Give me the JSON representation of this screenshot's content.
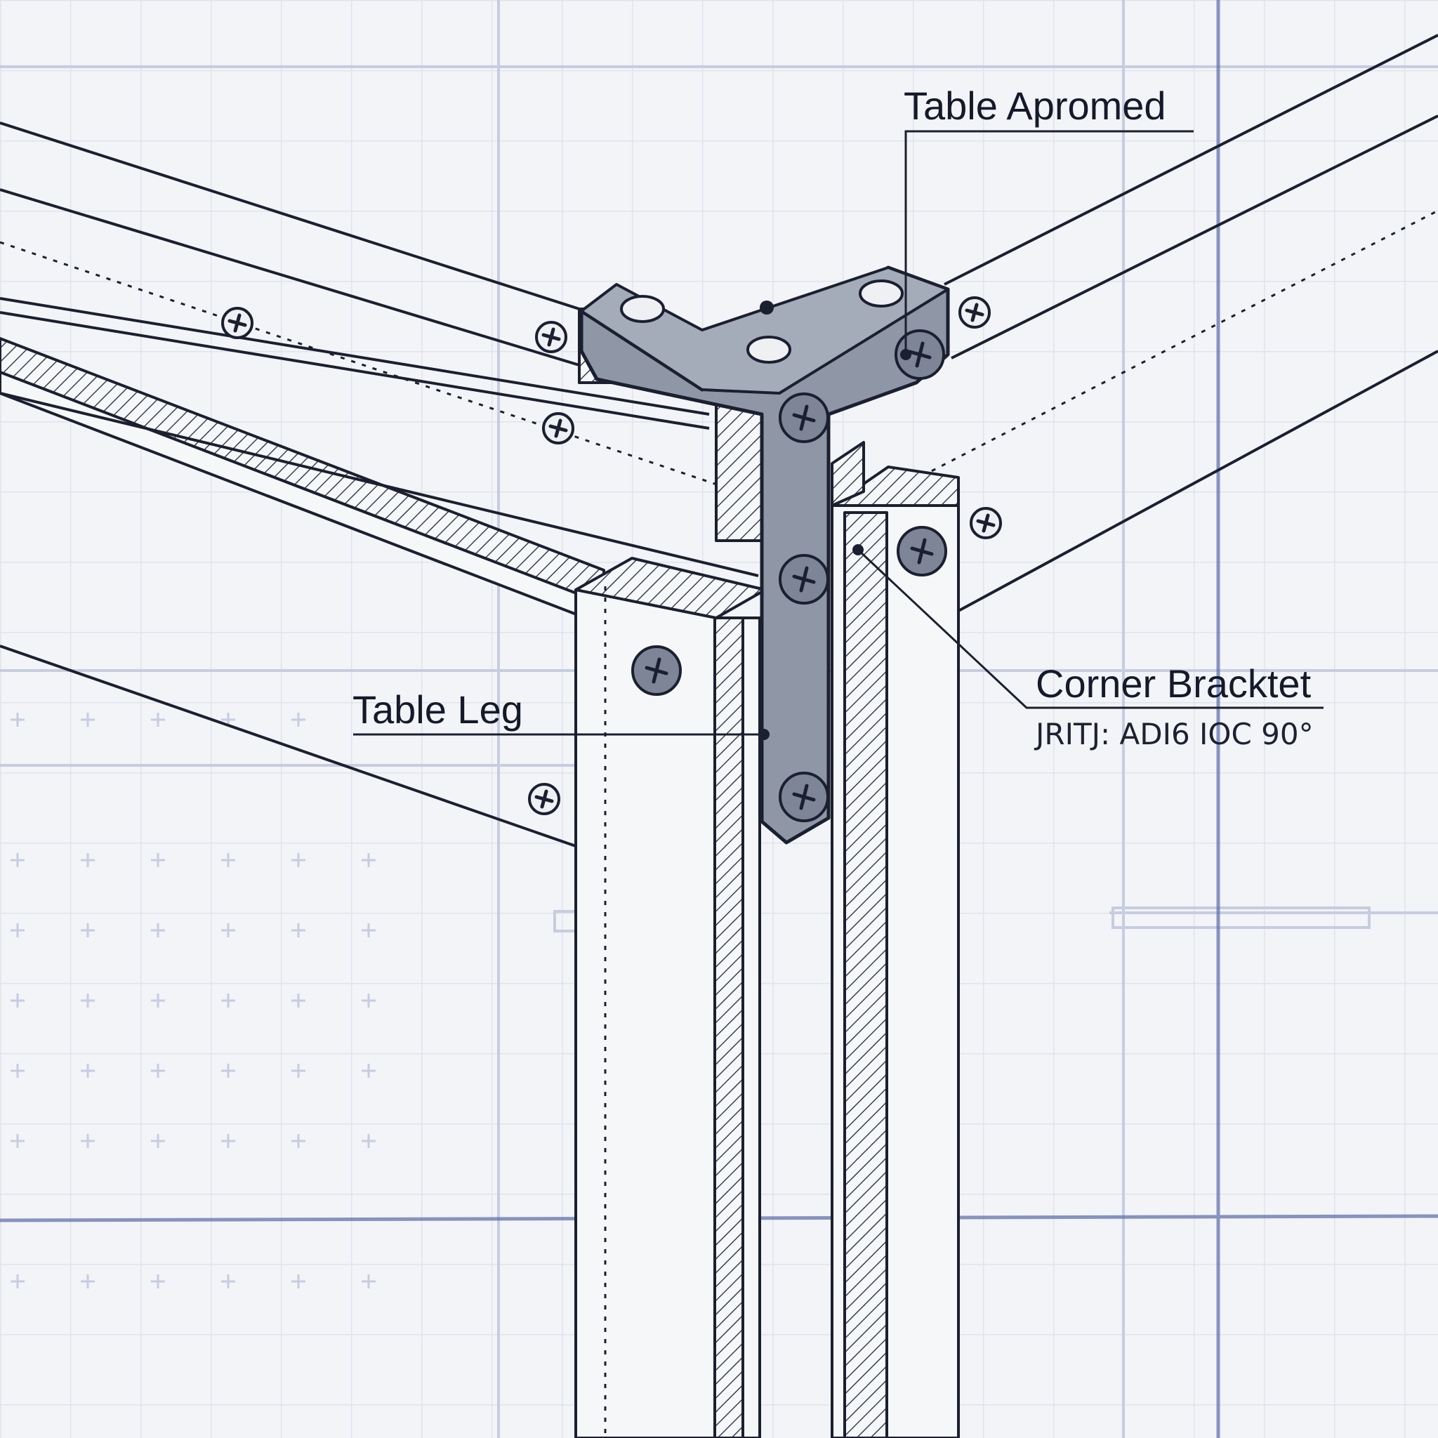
{
  "labels": {
    "table_apron": "Table Apromed",
    "corner_bracket": "Corner Bracktet",
    "bracket_spec": "ЈRITJ: ADI6 IOC 90°",
    "table_leg": "Table Leg"
  },
  "colors": {
    "paper": "#f3f4f7",
    "grid_fine": "#dfe3ec",
    "grid_major": "#c6cde0",
    "grid_blue": "#5b6aa8",
    "ink": "#1b2030",
    "bracket_fill": "#8f96a6",
    "screw_fill": "#eef0f4"
  },
  "icons": {
    "screw": "phillips-screw-head",
    "bracket": "l-shaped-corner-bracket"
  }
}
